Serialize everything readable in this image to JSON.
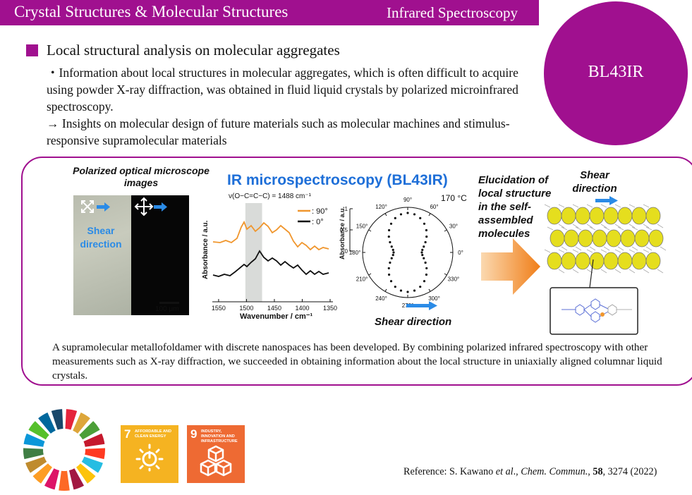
{
  "header": {
    "title_left": "Crystal Structures & Molecular Structures",
    "title_right": "Infrared Spectroscopy",
    "accent_color": "#a0108f"
  },
  "badge": {
    "label": "BL43IR"
  },
  "section": {
    "title": "Local structural analysis on molecular aggregates",
    "line1": "・Information about local structures in molecular aggregates, which is often difficult to acquire using powder X-ray diffraction, was obtained in fluid liquid crystals by polarized microinfrared spectroscopy.",
    "line2": "→ Insights on molecular design of future materials such as molecular machines and stimulus-responsive supramolecular materials"
  },
  "panel": {
    "pom_title": "Polarized optical microscope images",
    "shear_label": "Shear direction",
    "scale_label": "100 μm",
    "ir_title": "IR microspectroscopy (BL43IR)",
    "nu_label": "ν(O−C=C−C) = 1488 cm⁻¹",
    "legend_90": ": 90°",
    "legend_0": ": 0°",
    "y_label": "Absorbance / a.u.",
    "x_label": "Wavenumber / cm⁻¹",
    "polar_temp": "170 °C",
    "polar_y_label": "Absorbance / a.u.",
    "shear_direction": "Shear direction",
    "elucidation": "Elucidation of local structure in the self-assembled molecules",
    "shear_direction_2": "Shear direction",
    "caption": "A supramolecular metallofoldamer with discrete nanospaces has been developed. By combining polarized infrared spectroscopy with other measurements such as X-ray diffraction, we succeeded in obtaining information about the local structure in uniaxially aligned columnar liquid crystals."
  },
  "spectrum_axis": {
    "x_ticks": [
      "1550",
      "1500",
      "1450",
      "1400",
      "1350"
    ],
    "x_range": [
      1560,
      1350
    ],
    "band_range": [
      1502,
      1472
    ],
    "series": [
      {
        "name": ": 90°",
        "color": "#f0962d"
      },
      {
        "name": ": 0°",
        "color": "#111111"
      }
    ]
  },
  "polar_axis": {
    "angle_labels": [
      "0°",
      "30°",
      "60°",
      "90°",
      "120°",
      "150°",
      "180°",
      "210°",
      "240°",
      "270°",
      "300°",
      "330°"
    ],
    "radial_ticks": [
      "0",
      "0.5",
      "1"
    ]
  },
  "sdg": {
    "goal7": {
      "number": "7",
      "text": "AFFORDABLE AND CLEAN ENERGY"
    },
    "goal9": {
      "number": "9",
      "text": "INDUSTRY, INNOVATION AND INFRASTRUCTURE"
    }
  },
  "reference": {
    "prefix": "Reference: S. Kawano ",
    "etal": "et al",
    "sep1": "., ",
    "journal": "Chem. Commun.",
    "sep2": ", ",
    "volume": "58",
    "pages": ", 3274 (2022)"
  }
}
